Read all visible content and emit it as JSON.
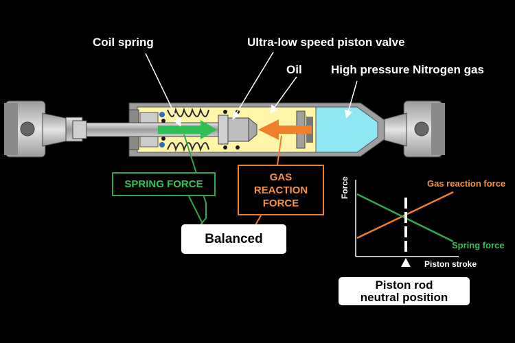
{
  "labels": {
    "coil_spring": "Coil spring",
    "piston_valve": "Ultra-low speed piston valve",
    "oil": "Oil",
    "nitrogen": "High pressure Nitrogen gas"
  },
  "boxes": {
    "spring_force": "SPRING FORCE",
    "gas_reaction_lines": [
      "GAS",
      "REACTION",
      "FORCE"
    ],
    "balanced": "Balanced",
    "neutral_lines": [
      "Piston rod",
      "neutral position"
    ]
  },
  "graph": {
    "y_axis": "Force",
    "x_axis": "Piston stroke",
    "gas_curve": "Gas reaction force",
    "spring_curve": "Spring force"
  },
  "colors": {
    "background": "#000000",
    "spring_green": "#2fa84f",
    "gas_orange": "#f07f2a",
    "oil_yellow": "#fff5a8",
    "nitrogen_cyan": "#8fe6f5",
    "metal": "#b9b9b9"
  }
}
